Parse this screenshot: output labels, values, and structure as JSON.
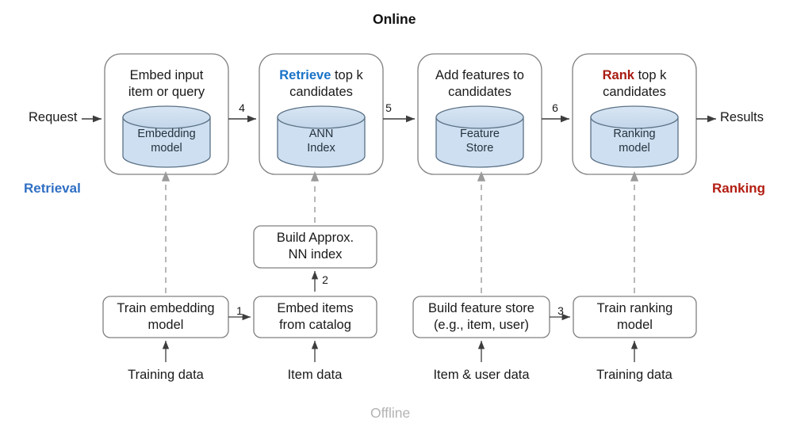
{
  "diagram": {
    "title_online": "Online",
    "title_offline": "Offline",
    "bands": {
      "retrieval": "Retrieval",
      "ranking": "Ranking"
    },
    "colors": {
      "retrieval_blue": "#2f6fc4",
      "ranking_red": "#b31d12",
      "cylinder_fill": "#cddff0",
      "cylinder_stroke": "#5b7186",
      "box_stroke": "#808080",
      "divider_dark": "#4d4d4d"
    },
    "io": {
      "request": "Request",
      "results": "Results"
    },
    "online_stages": [
      {
        "id": "embed-input",
        "title_prefix": "",
        "title": "Embed input\nitem or query",
        "line1": "Embed input",
        "line2": "item or query",
        "store_line1": "Embedding",
        "store_line2": "model"
      },
      {
        "id": "retrieve-topk",
        "keyword": "Retrieve",
        "keyword_color": "blue",
        "line1_rest": " top k",
        "line2": "candidates",
        "store_line1": "ANN",
        "store_line2": "Index"
      },
      {
        "id": "add-features",
        "line1": "Add features to",
        "line2": "candidates",
        "store_line1": "Feature",
        "store_line2": "Store"
      },
      {
        "id": "rank-topk",
        "keyword": "Rank",
        "keyword_color": "red",
        "line1_rest": " top k",
        "line2": "candidates",
        "store_line1": "Ranking",
        "store_line2": "model"
      }
    ],
    "offline_stages": [
      {
        "id": "train-embedding-model",
        "line1": "Train embedding",
        "line2": "model",
        "source": "Training data"
      },
      {
        "id": "embed-items-from-catalog",
        "line1": "Embed items",
        "line2": "from catalog",
        "source": "Item data"
      },
      {
        "id": "build-feature-store",
        "line1": "Build feature store",
        "line2": "(e.g., item, user)",
        "source": "Item & user data"
      },
      {
        "id": "train-ranking-model",
        "line1": "Train ranking",
        "line2": "model",
        "source": "Training data"
      }
    ],
    "build_ann_index": {
      "id": "build-approx-nn-index",
      "line1": "Build Approx.",
      "line2": "NN index"
    },
    "flow_numbers": {
      "n1": "1",
      "n2": "2",
      "n3": "3",
      "n4": "4",
      "n5": "5",
      "n6": "6"
    }
  }
}
